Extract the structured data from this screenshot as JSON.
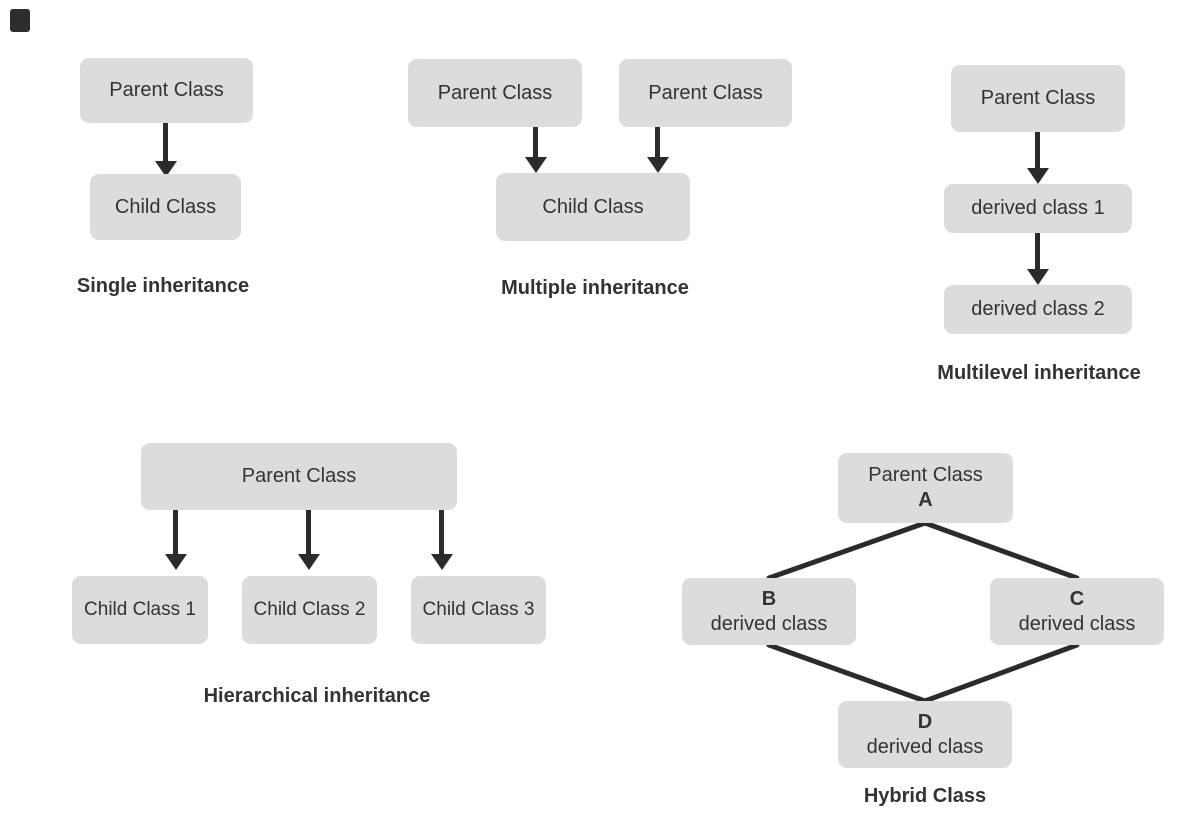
{
  "colors": {
    "background": "#ffffff",
    "box_fill": "#dcdcdc",
    "box_text": "#333333",
    "caption_text": "#333333",
    "connector": "#2b2b2b",
    "corner_marker": "#2d2d2d"
  },
  "sections": {
    "single": {
      "caption": "Single inheritance",
      "parent_label": "Parent Class",
      "child_label": "Child Class"
    },
    "multiple": {
      "caption": "Multiple inheritance",
      "parent1_label": "Parent Class",
      "parent2_label": "Parent Class",
      "child_label": "Child Class"
    },
    "multilevel": {
      "caption": "Multilevel inheritance",
      "parent_label": "Parent Class",
      "derived1_label": "derived class 1",
      "derived2_label": "derived class 2"
    },
    "hierarchical": {
      "caption": "Hierarchical inheritance",
      "parent_label": "Parent Class",
      "child1_label": "Child Class 1",
      "child2_label": "Child Class 2",
      "child3_label": "Child Class 3"
    },
    "hybrid": {
      "caption": "Hybrid Class",
      "parent_title": "Parent Class",
      "parent_letter": "A",
      "left_letter": "B",
      "left_title": "derived class",
      "right_letter": "C",
      "right_title": "derived class",
      "bottom_letter": "D",
      "bottom_title": "derived class"
    }
  }
}
